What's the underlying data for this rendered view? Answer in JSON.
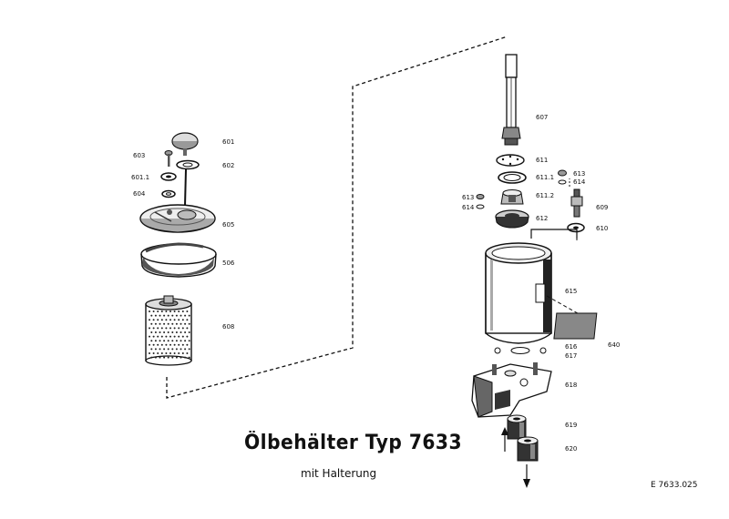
{
  "title": "Ölbehälter Typ 7633",
  "subtitle": "mit Halterung",
  "document_ref": "E 7633.025",
  "parts": {
    "p601": "601",
    "p602": "602",
    "p603": "603",
    "p601_1": "601.1",
    "p604": "604",
    "p605": "605",
    "p506": "506",
    "p608": "608",
    "p607": "607",
    "p611": "611",
    "p611_1": "611.1",
    "p611_2": "611.2",
    "p612": "612",
    "p613_right": "613",
    "p614_right": "614",
    "p613_left": "613",
    "p614_left": "614",
    "p609": "609",
    "p610": "610",
    "p615": "615",
    "p640": "640",
    "p616": "616",
    "p617": "617",
    "p618": "618",
    "p619": "619",
    "p620": "620"
  }
}
